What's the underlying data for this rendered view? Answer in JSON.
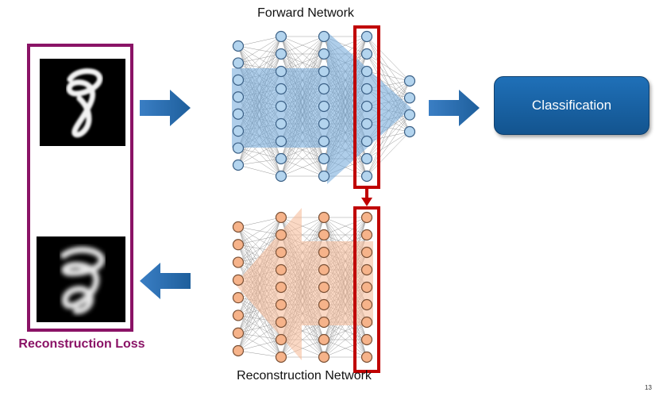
{
  "titles": {
    "forward_network": "Forward Network",
    "reconstruction_network": "Reconstruction Network",
    "reconstruction_loss": "Reconstruction Loss"
  },
  "output_box": {
    "label": "Classification"
  },
  "page_number": "13",
  "colors": {
    "loss_frame": "#8a1366",
    "highlight": "#c00000",
    "forward_node": "#b3d4ee",
    "reconstruction_node": "#f6b38a",
    "arrow_blue": "#2368ab"
  }
}
